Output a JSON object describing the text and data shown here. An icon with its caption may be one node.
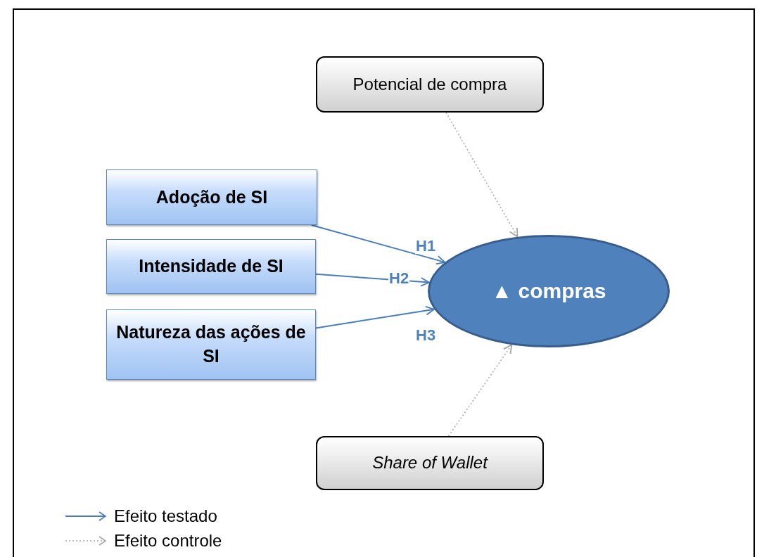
{
  "diagram": {
    "nodes": [
      {
        "text": [
          "Potencial de compra"
        ]
      },
      {
        "text": [
          "Adoção de SI"
        ]
      },
      {
        "text": [
          "Intensidade de SI"
        ]
      },
      {
        "text": [
          "Natureza das ações de SI"
        ]
      },
      {
        "text": [
          "▲ compras"
        ]
      },
      {
        "text": [
          "Share of Wallet"
        ]
      }
    ],
    "edges": [
      {
        "from": 1,
        "to": 4,
        "arrow": "to",
        "label": "H1"
      },
      {
        "from": 2,
        "to": 4,
        "arrow": "to",
        "label": "H2"
      },
      {
        "from": 3,
        "to": 4,
        "arrow": "to",
        "label": "H3"
      },
      {
        "from": 0,
        "to": 4,
        "arrow": "to",
        "style": "dashed",
        "color": "#a6a6a6"
      },
      {
        "from": 5,
        "to": 4,
        "arrow": "to",
        "style": "dashed",
        "color": "#a6a6a6"
      }
    ],
    "legend": [
      {
        "text": "Efeito testado"
      },
      {
        "text": "Efeito controle"
      }
    ]
  }
}
